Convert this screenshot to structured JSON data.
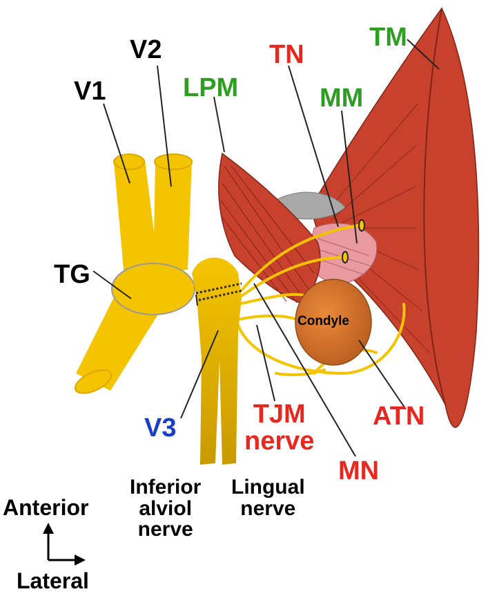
{
  "colors": {
    "nerve_yellow": "#F5C400",
    "nerve_dark_yellow": "#D9A800",
    "muscle_red": "#C8412C",
    "muscle_pink": "#E89AA0",
    "condyle_orange": "#D9722A",
    "disc_gray": "#A9A9A9",
    "label_black": "#000000",
    "label_green": "#2E9E22",
    "label_red": "#E8281E",
    "label_blue": "#1A3FC4"
  },
  "labels": {
    "v1": "V1",
    "v2": "V2",
    "tg": "TG",
    "lpm": "LPM",
    "tn": "TN",
    "tm": "TM",
    "mm": "MM",
    "condyle": "Condyle",
    "v3": "V3",
    "tjm_line1": "TJM",
    "tjm_line2": "nerve",
    "mn": "MN",
    "atn": "ATN",
    "inferior_line1": "Inferior",
    "inferior_line2": "alviol",
    "inferior_line3": "nerve",
    "lingual_line1": "Lingual",
    "lingual_line2": "nerve",
    "axis_anterior": "Anterior",
    "axis_lateral": "Lateral"
  }
}
